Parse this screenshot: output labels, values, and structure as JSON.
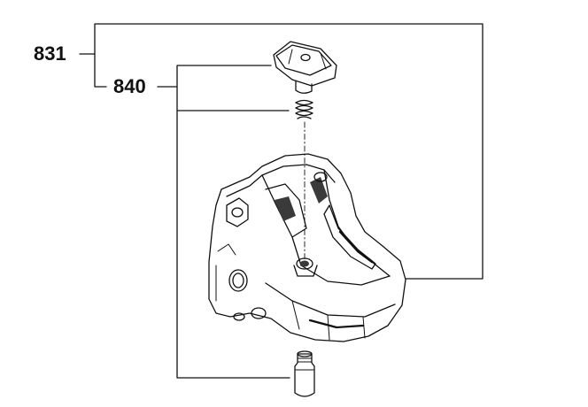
{
  "callouts": {
    "assembly_label": "831",
    "subassembly_label": "840"
  },
  "colors": {
    "line": "#111111",
    "background": "#ffffff",
    "shade": "#3a3a3a"
  },
  "parts": [
    "clamp-lever-part",
    "compression-spring-part",
    "gear-housing-part",
    "locking-pin-part"
  ]
}
